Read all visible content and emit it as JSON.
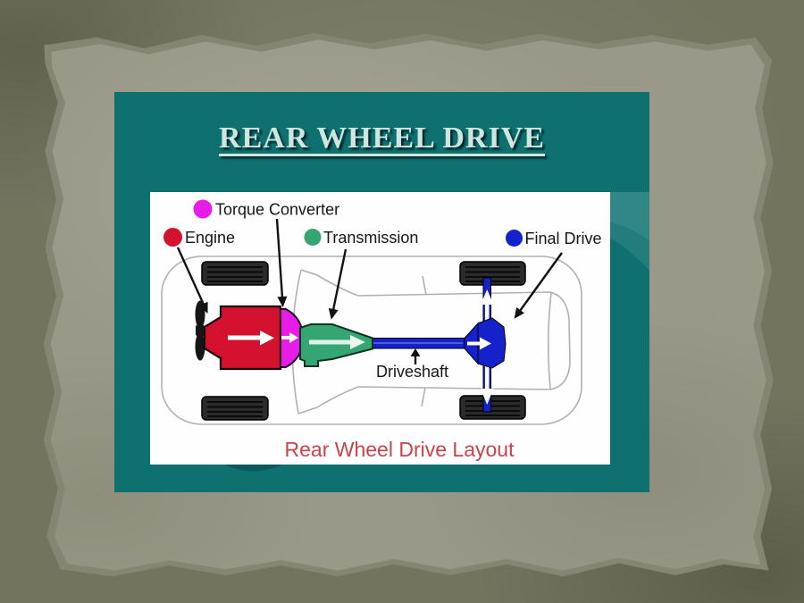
{
  "slide": {
    "title": "REAR WHEEL DRIVE",
    "background_color": "#0e706f",
    "title_color": "#cde7e0"
  },
  "diagram": {
    "legend": {
      "items": [
        {
          "label": "Torque Converter",
          "color": "#e81ce8"
        },
        {
          "label": "Engine",
          "color": "#d41230"
        },
        {
          "label": "Transmission",
          "color": "#35a573"
        },
        {
          "label": "Final Drive",
          "color": "#1522cc"
        }
      ]
    },
    "labels": {
      "driveshaft": "Driveshaft"
    },
    "caption": {
      "text": "Rear Wheel Drive Layout",
      "color": "#c8444b"
    }
  }
}
